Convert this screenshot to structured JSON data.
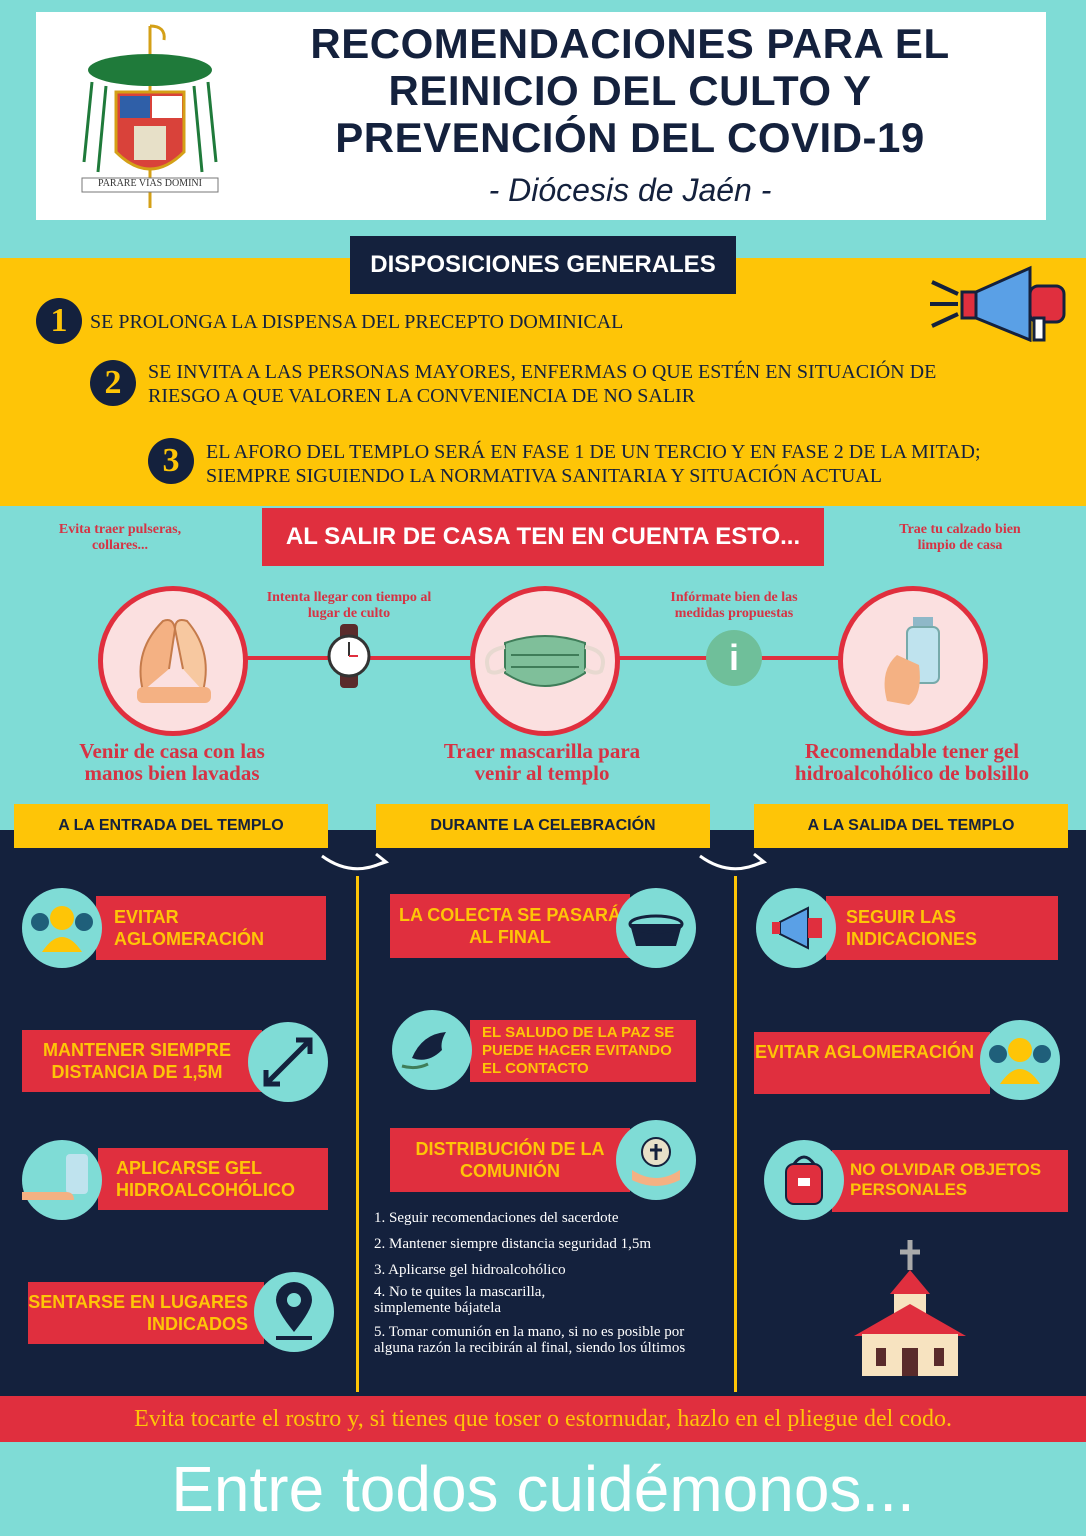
{
  "header": {
    "title": "RECOMENDACIONES PARA EL REINICIO DEL CULTO Y PREVENCIÓN DEL COVID-19",
    "subtitle": "- Diócesis de Jaén -",
    "motto": "PARARE VIAS DOMINI"
  },
  "general": {
    "heading": "DISPOSICIONES GENERALES",
    "items": [
      {
        "num": "1",
        "text": "SE PROLONGA LA DISPENSA DEL PRECEPTO DOMINICAL"
      },
      {
        "num": "2",
        "text": "SE INVITA A LAS PERSONAS MAYORES, ENFERMAS O QUE ESTÉN EN SITUACIÓN DE RIESGO A QUE VALOREN LA CONVENIENCIA DE NO SALIR"
      },
      {
        "num": "3",
        "text": "EL AFORO DEL TEMPLO SERÁ EN FASE 1 DE UN TERCIO Y EN FASE 2 DE  LA MITAD; SIEMPRE SIGUIENDO LA NORMATIVA SANITARIA Y SITUACIÓN ACTUAL"
      }
    ]
  },
  "home": {
    "heading": "AL SALIR DE CASA TEN EN CUENTA ESTO...",
    "tips_small": [
      "Evita traer pulseras, collares...",
      "Intenta llegar con tiempo al lugar de culto",
      "Infórmate bien de las medidas propuestas",
      "Trae tu calzado bien limpio de casa"
    ],
    "tips_big": [
      "Venir de casa con las manos bien lavadas",
      "Traer mascarilla para venir al templo",
      "Recomendable tener gel hidroalcohólico de bolsillo"
    ],
    "info_symbol": "i"
  },
  "entrance": {
    "tab": "A LA ENTRADA DEL TEMPLO",
    "cards": [
      "EVITAR AGLOMERACIÓN",
      "MANTENER SIEMPRE DISTANCIA DE 1,5M",
      "APLICARSE GEL HIDROALCOHÓLICO",
      "SENTARSE EN LUGARES INDICADOS"
    ]
  },
  "celebration": {
    "tab": "DURANTE LA CELEBRACIÓN",
    "cards": [
      "LA COLECTA SE PASARÁ AL FINAL",
      "EL SALUDO DE LA PAZ SE PUEDE HACER EVITANDO EL CONTACTO",
      "DISTRIBUCIÓN DE LA COMUNIÓN"
    ],
    "list": [
      "1. Seguir recomendaciones del sacerdote",
      "2. Mantener siempre distancia seguridad 1,5m",
      "3. Aplicarse gel hidroalcohólico",
      "4. No te quites la mascarilla, simplemente bájatela",
      "5. Tomar comunión en la mano, si no es posible por alguna razón la recibirán al final, siendo los últimos"
    ]
  },
  "exit": {
    "tab": "A LA SALIDA DEL TEMPLO",
    "cards": [
      "SEGUIR LAS INDICACIONES",
      "EVITAR AGLOMERACIÓN",
      "NO OLVIDAR OBJETOS PERSONALES"
    ]
  },
  "bottom_note": "Evita tocarte el rostro y, si tienes que toser o estornudar, hazlo en el pliegue del codo.",
  "footer": "Entre todos cuidémonos...",
  "colors": {
    "teal": "#7fdcd6",
    "navy": "#14213d",
    "yellow": "#fec507",
    "red": "#e02f3e"
  }
}
